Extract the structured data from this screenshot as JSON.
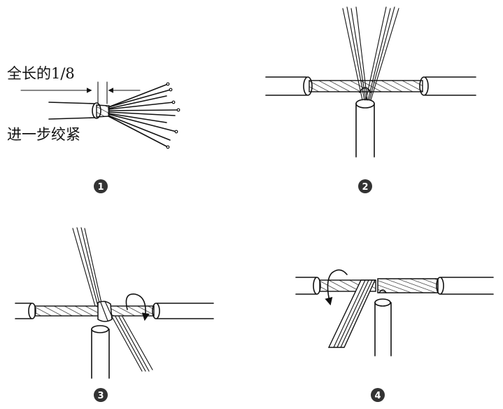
{
  "labels": {
    "length_note": "全长的1/8",
    "twist_note": "进一步绞紧"
  },
  "steps": [
    "1",
    "2",
    "3",
    "4"
  ],
  "colors": {
    "ink": "#111111",
    "badge": "#333333",
    "background": "#ffffff"
  }
}
